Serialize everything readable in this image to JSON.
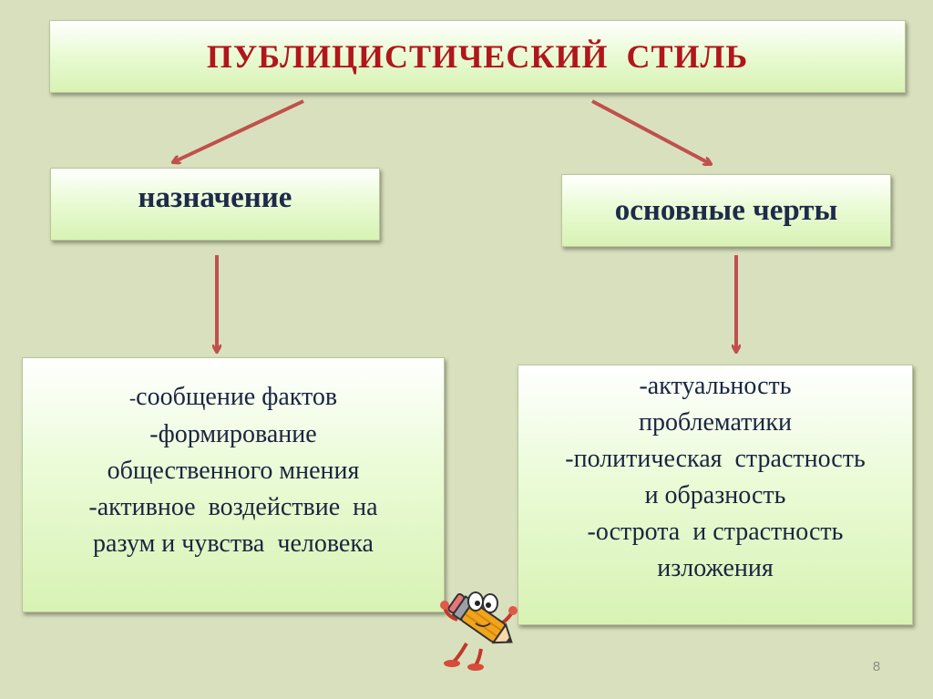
{
  "title": "ПУБЛИЦИСТИЧЕСКИЙ  СТИЛЬ",
  "purpose": {
    "label": "назначение",
    "items": [
      {
        "dash": "-",
        "text": "сообщение фактов"
      },
      {
        "dash": "",
        "text": "-формирование"
      },
      {
        "dash": "",
        "text": "общественного мнения"
      },
      {
        "dash": "",
        "text": "-активное  воздействие  на"
      },
      {
        "dash": "",
        "text": "разум и чувства  человека"
      }
    ]
  },
  "features": {
    "label": "основные черты",
    "items": [
      "-актуальность",
      "проблематики",
      "-политическая  страстность",
      "и образность",
      "-острота  и страстность",
      "изложения"
    ]
  },
  "page_number": "8",
  "colors": {
    "background": "#d9e0bd",
    "title_text": "#b0161b",
    "arrow": "#c0504d",
    "body_text": "#1a2540"
  },
  "icons": [
    "pencil-mascot-icon"
  ]
}
